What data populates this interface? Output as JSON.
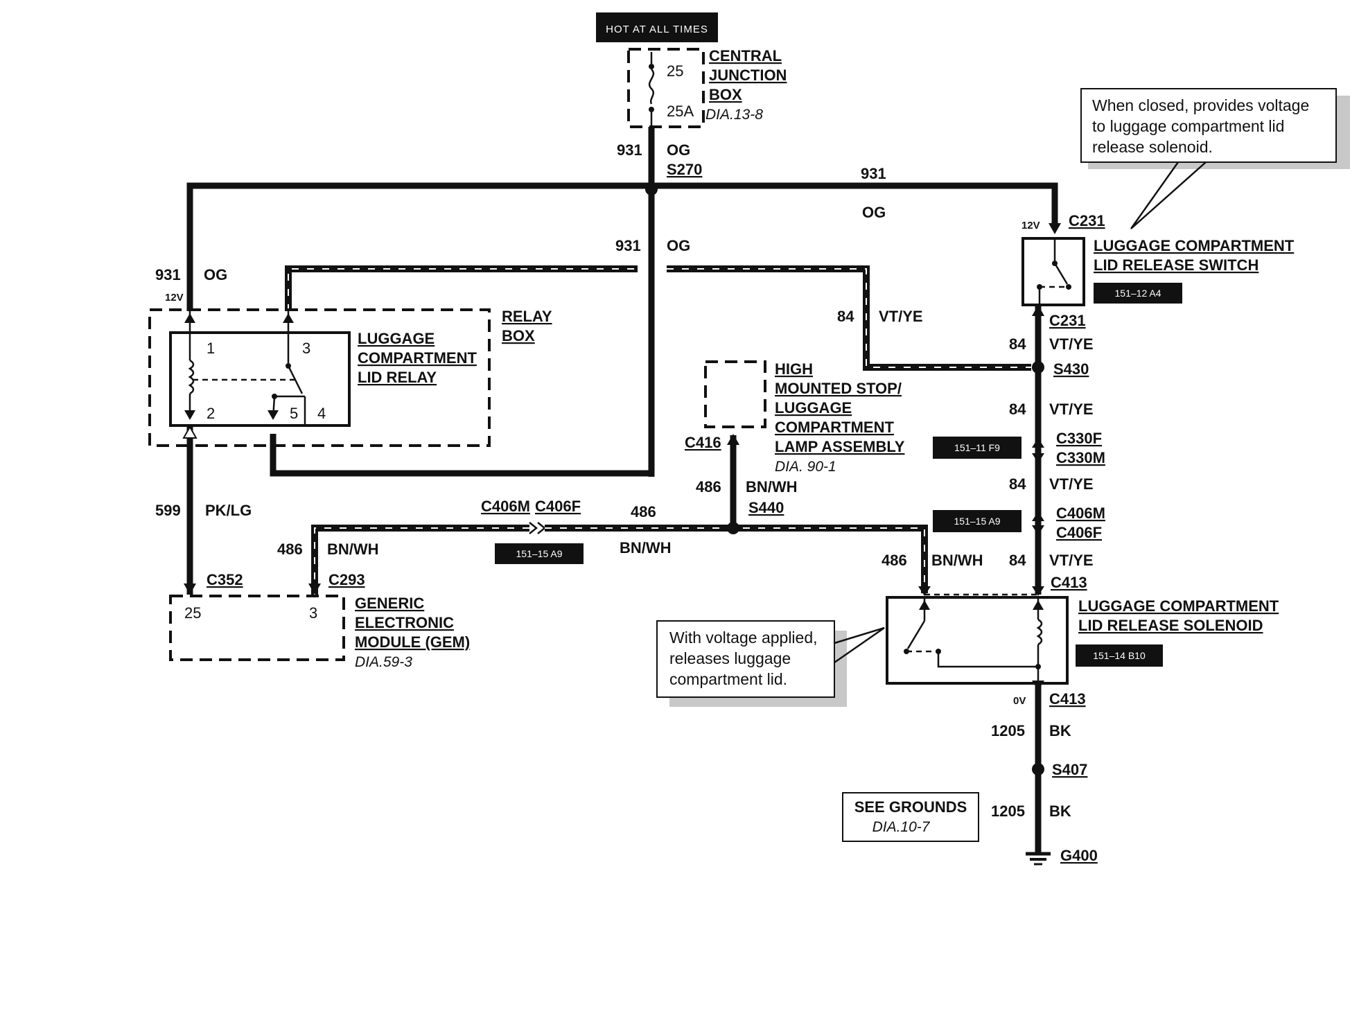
{
  "header": {
    "hot_at_all_times": "HOT AT ALL TIMES"
  },
  "junction_box": {
    "fuse_number": "25",
    "fuse_rating": "25A",
    "title_line1": "CENTRAL",
    "title_line2": "JUNCTION",
    "title_line3": "BOX",
    "reference": "DIA.13-8"
  },
  "wires": {
    "w931_top_num": "931",
    "w931_top_color": "OG",
    "splice_s270": "S270",
    "w931_right_num": "931",
    "w931_right_color": "OG",
    "w931_mid_num": "931",
    "w931_mid_color": "OG",
    "w931_left_num": "931",
    "w931_left_color": "OG",
    "w84_num": "84",
    "w84_color": "VT/YE",
    "w599_num": "599",
    "w599_color": "PK/LG",
    "w486_left_num": "486",
    "w486_left_color": "BN/WH",
    "w486_mid_num": "486",
    "w486_mid_color": "BN/WH",
    "w486_c416_num": "486",
    "w486_c416_color": "BN/WH",
    "w486_right_num": "486",
    "w486_right_color": "BN/WH",
    "w84_a_num": "84",
    "w84_a_color": "VT/YE",
    "w84_b_num": "84",
    "w84_b_color": "VT/YE",
    "w84_c_num": "84",
    "w84_c_color": "VT/YE",
    "w84_d_num": "84",
    "w84_d_color": "VT/YE",
    "w1205_a_num": "1205",
    "w1205_a_color": "BK",
    "w1205_b_num": "1205",
    "w1205_b_color": "BK",
    "voltage_12v_left": "12V",
    "voltage_12v_right": "12V",
    "voltage_0v": "0V"
  },
  "relay_box": {
    "title_line1": "RELAY",
    "title_line2": "BOX",
    "relay_title_line1": "LUGGAGE",
    "relay_title_line2": "COMPARTMENT",
    "relay_title_line3": "LID RELAY",
    "pin1": "1",
    "pin2": "2",
    "pin3": "3",
    "pin4": "4",
    "pin5": "5"
  },
  "lamp_assembly": {
    "title_line1": "HIGH",
    "title_line2": "MOUNTED STOP/",
    "title_line3": "LUGGAGE",
    "title_line4": "COMPARTMENT",
    "title_line5": "LAMP ASSEMBLY",
    "reference": "DIA. 90-1",
    "connector": "C416"
  },
  "splices": {
    "s440": "S440",
    "s430": "S430",
    "s407": "S407"
  },
  "connectors": {
    "c406m_left": "C406M",
    "c406f_left": "C406F",
    "c352": "C352",
    "c293": "C293",
    "c231_top": "C231",
    "c231_bottom": "C231",
    "c330f": "C330F",
    "c330m": "C330M",
    "c406m_right": "C406M",
    "c406f_right": "C406F",
    "c413_top": "C413",
    "c413_bottom": "C413"
  },
  "gem": {
    "pin25": "25",
    "pin3": "3",
    "title_line1": "GENERIC",
    "title_line2": "ELECTRONIC",
    "title_line3": "MODULE (GEM)",
    "reference": "DIA.59-3"
  },
  "switch": {
    "title_line1": "LUGGAGE COMPARTMENT",
    "title_line2": "LID RELEASE SWITCH",
    "tag": "151–12 A4"
  },
  "solenoid": {
    "title_line1": "LUGGAGE COMPARTMENT",
    "title_line2": "LID RELEASE SOLENOID",
    "tag": "151–14 B10"
  },
  "tags": {
    "tag_c330": "151–11 F9",
    "tag_c406_right": "151–15 A9",
    "tag_c406_left": "151–15 A9"
  },
  "notes": {
    "switch_note_line1": "When closed, provides voltage",
    "switch_note_line2": "to luggage compartment lid",
    "switch_note_line3": "release solenoid.",
    "solenoid_note_line1": "With voltage applied,",
    "solenoid_note_line2": "releases luggage",
    "solenoid_note_line3": "compartment lid."
  },
  "grounds": {
    "see_grounds": "SEE GROUNDS",
    "reference": "DIA.10-7",
    "g400": "G400"
  }
}
